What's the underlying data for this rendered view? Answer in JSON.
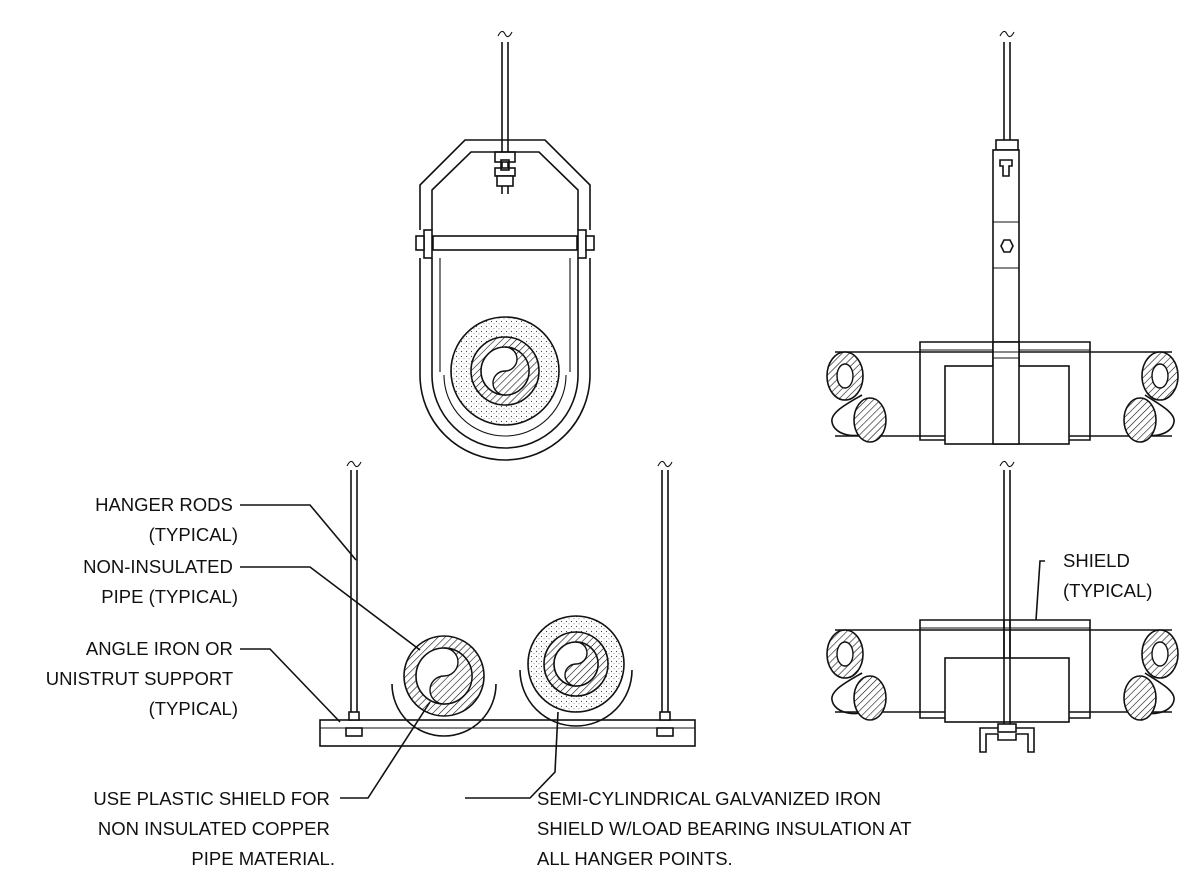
{
  "labels": {
    "hanger_rods": [
      "HANGER RODS",
      "(TYPICAL)"
    ],
    "non_insulated": [
      "NON-INSULATED",
      "PIPE (TYPICAL)"
    ],
    "angle_iron": [
      "ANGLE IRON OR",
      "UNISTRUT SUPPORT",
      "(TYPICAL)"
    ],
    "plastic_shield": [
      "USE PLASTIC SHIELD FOR",
      "NON INSULATED COPPER",
      "PIPE MATERIAL."
    ],
    "galvanized": [
      "SEMI-CYLINDRICAL GALVANIZED IRON",
      "SHIELD W/LOAD BEARING INSULATION AT",
      "ALL HANGER POINTS."
    ],
    "shield": [
      "SHIELD",
      "(TYPICAL)"
    ]
  }
}
